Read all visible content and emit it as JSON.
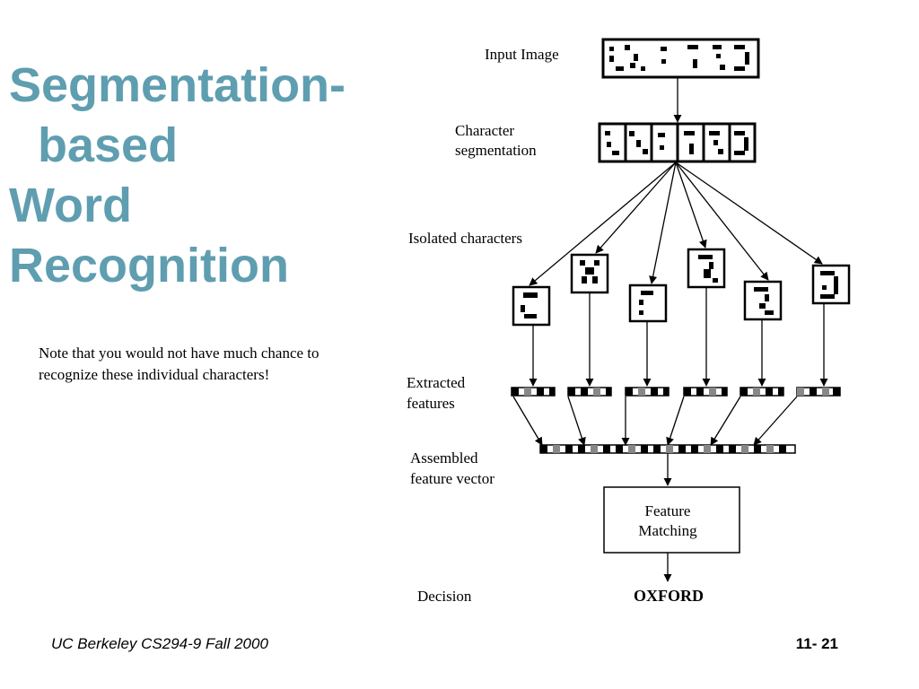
{
  "title": {
    "line1": "Segmentation-",
    "line2": "based",
    "line3": "Word",
    "line4": "Recognition"
  },
  "note": "Note that you would not have much chance to recognize these individual characters!",
  "diagram": {
    "input_image_label": "Input Image",
    "char_seg_label_1": "Character",
    "char_seg_label_2": "segmentation",
    "isolated_label": "Isolated characters",
    "extracted_label_1": "Extracted",
    "extracted_label_2": "features",
    "assembled_label_1": "Assembled",
    "assembled_label_2": "feature vector",
    "matching_line1": "Feature",
    "matching_line2": "Matching",
    "decision_label": "Decision",
    "decision_value": "OXFORD"
  },
  "footer": {
    "course": "UC Berkeley CS294-9 Fall 2000",
    "page": "11- 21"
  }
}
